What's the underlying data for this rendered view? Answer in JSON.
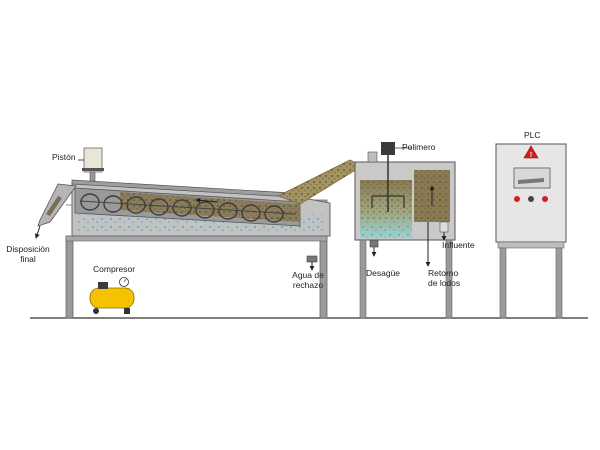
{
  "labels": {
    "piston": "Pistón",
    "disposal": "Disposición final",
    "compressor": "Compresor",
    "reject_water": "Agua de rechazo",
    "polymer": "Polimero",
    "drain": "Desagüe",
    "sludge_return": "Retorno de lodos",
    "influent": "Influente",
    "plc": "PLC"
  },
  "colors": {
    "steel": "#b9b9b9",
    "steel_dark": "#8e8e8e",
    "frame": "#9a9a9a",
    "sludge": "#8a7a52",
    "sludge_light": "#a39360",
    "water": "#9bd1cf",
    "compressor": "#f6c200",
    "panel": "#e6e6e6",
    "warning": "#d31f1f",
    "ground": "#333333"
  },
  "icons": [
    "warning-icon",
    "gauge-icon",
    "arrow-icon"
  ]
}
